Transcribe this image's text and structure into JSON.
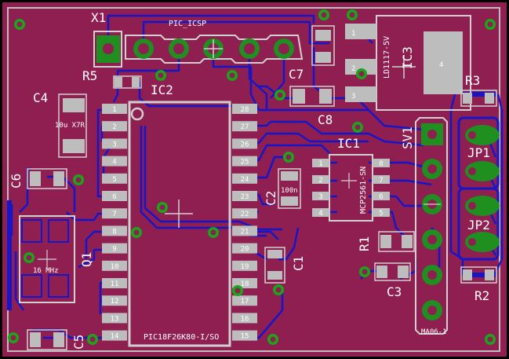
{
  "colors": {
    "board": "#8f1f50",
    "trace": "#1616c8",
    "pad": "#bdbdbd",
    "silk": "#d8d8d8",
    "via_ring": "#1aa51a",
    "header_green": "#1f8f1f",
    "outline": "#c0c0c0"
  },
  "labels": {
    "x1": "X1",
    "pic_icsp": "PIC_ICSP",
    "r5": "R5",
    "ic2": "IC2",
    "c4": "C4",
    "c4_value": "10u X7R",
    "c7": "C7",
    "c8": "C8",
    "ic3": "IC3",
    "ld1117": "LD1117-5V",
    "ic3_pin4": "4",
    "ic3_pin1": "1",
    "ic3_pin2": "2",
    "ic3_pin3": "3",
    "r3": "R3",
    "sv1": "SV1",
    "jp1": "JP1",
    "jp2": "JP2",
    "ic1": "IC1",
    "mcp2561": "MCP2561-SN",
    "c2": "C2",
    "c2_value": "100n",
    "c1": "C1",
    "c6": "C6",
    "q1": "Q1",
    "q1_value": "16 MHz",
    "r1": "R1",
    "c3": "C3",
    "r2": "R2",
    "c5": "C5",
    "ma06": "MA06-1",
    "pic18": "PIC18F26K80-I/SO"
  },
  "ic2_left_pins": [
    "1",
    "2",
    "3",
    "4",
    "5",
    "6",
    "7",
    "8",
    "9",
    "10",
    "11",
    "12",
    "13",
    "14"
  ],
  "ic2_right_pins": [
    "28",
    "27",
    "26",
    "25",
    "24",
    "23",
    "22",
    "21",
    "20",
    "19",
    "18",
    "17",
    "16",
    "15"
  ],
  "ic1_left_pins": [
    "1",
    "2",
    "3",
    "4"
  ],
  "ic1_right_pins": [
    "8",
    "7",
    "6",
    "5"
  ]
}
